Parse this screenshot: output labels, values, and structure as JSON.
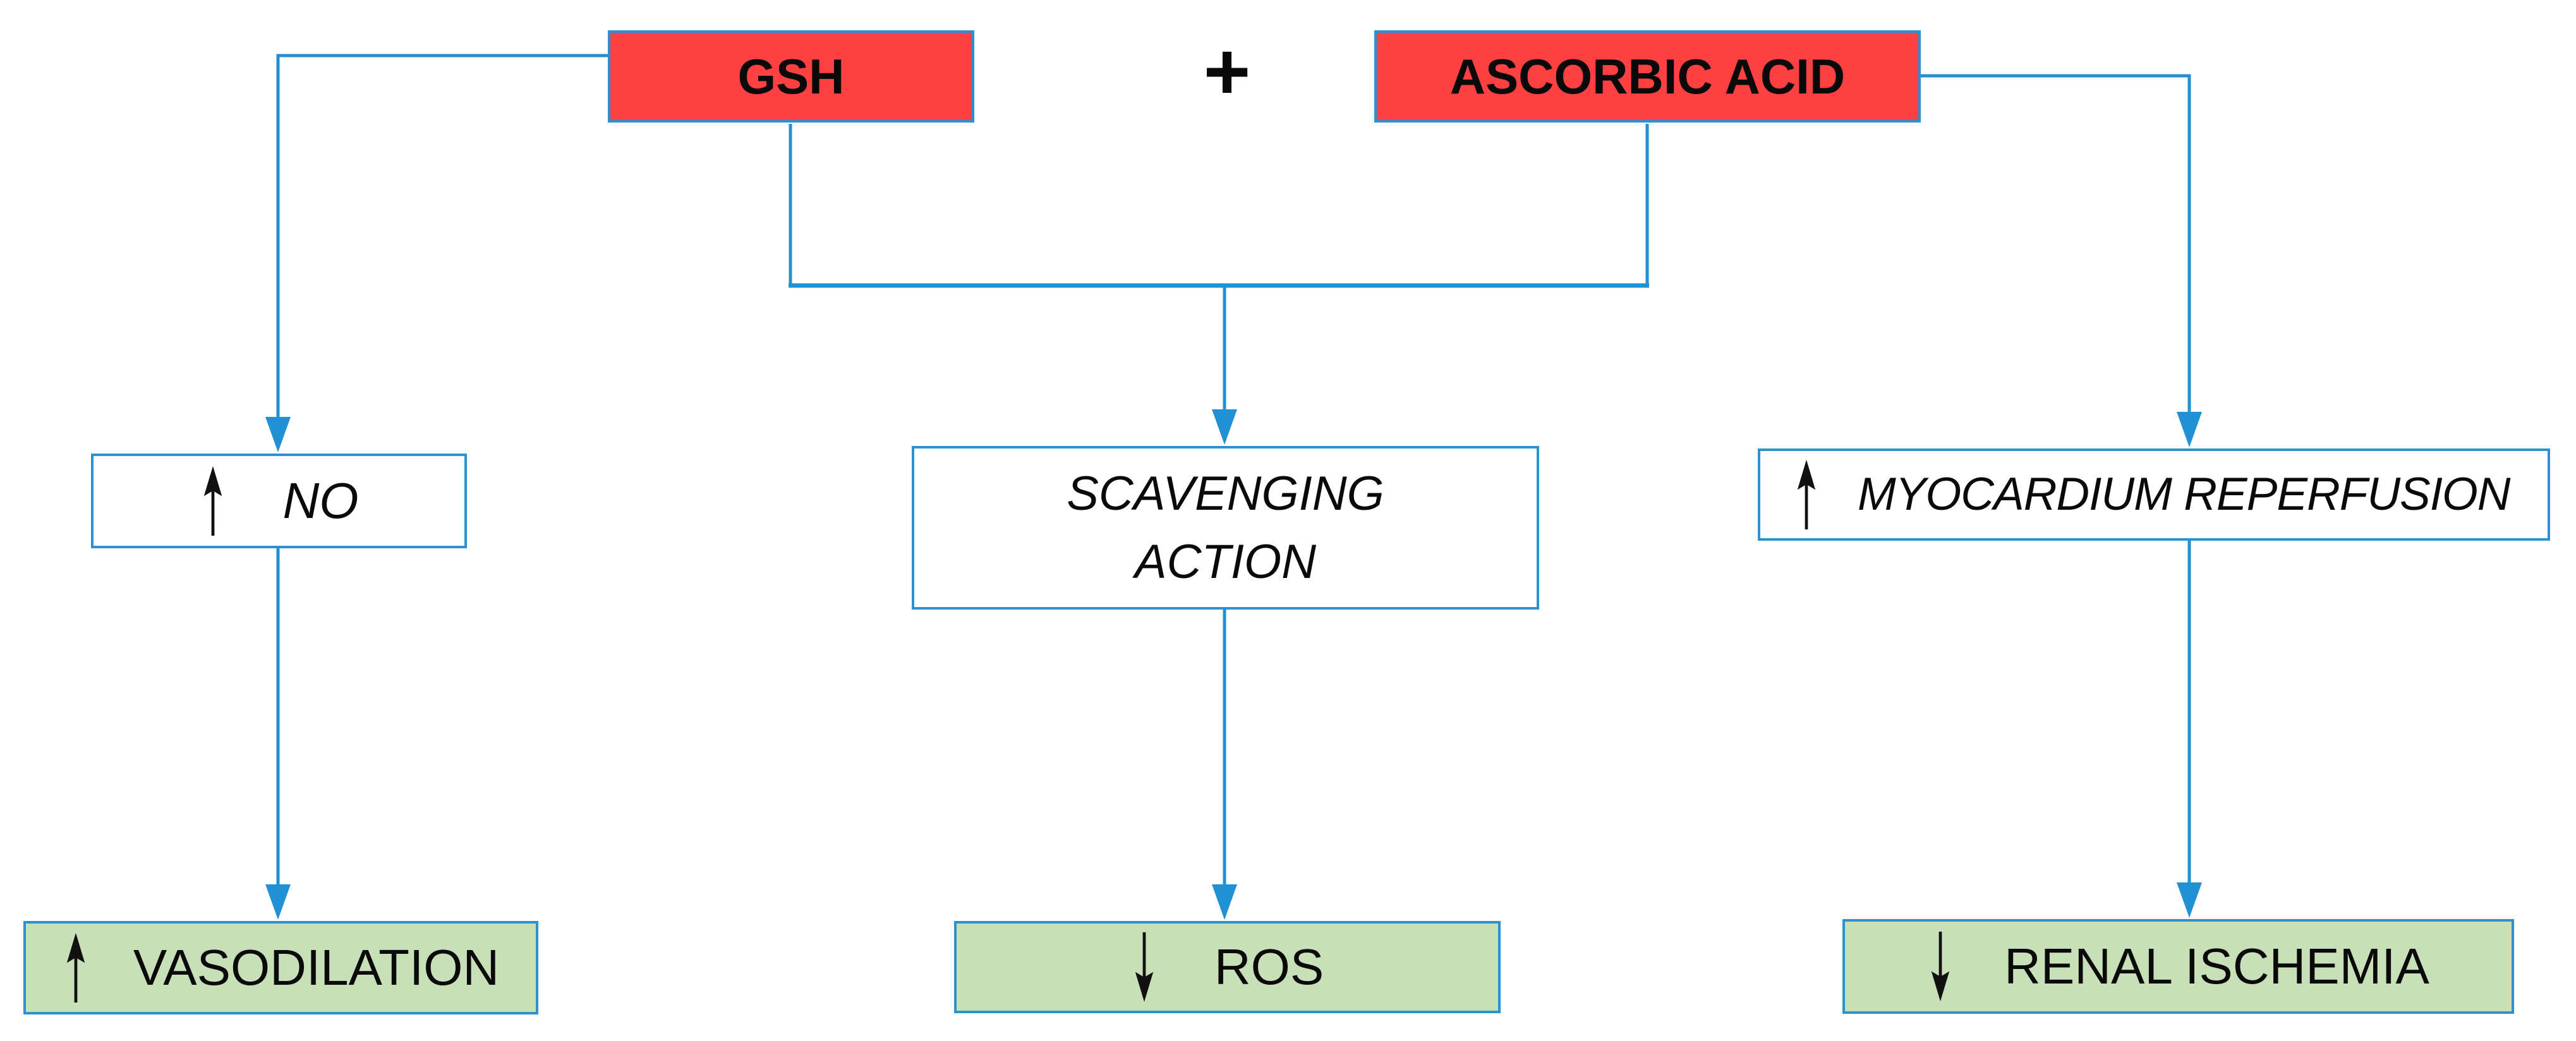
{
  "nodes": {
    "gsh": {
      "label": "GSH"
    },
    "plus_sign": {
      "label": "+"
    },
    "ascorbic_acid": {
      "label": "ASCORBIC ACID"
    },
    "no": {
      "label": "NO",
      "arrow": "up"
    },
    "scavenging_action": {
      "label": "SCAVENGING\nACTION"
    },
    "myocardium_reperfusion": {
      "label": "MYOCARDIUM REPERFUSION",
      "arrow": "up"
    },
    "vasodilation": {
      "label": "VASODILATION",
      "arrow": "up"
    },
    "ros": {
      "label": "ROS",
      "arrow": "down"
    },
    "renal_ischemia": {
      "label": "RENAL ISCHEMIA",
      "arrow": "down"
    }
  },
  "edges": [
    {
      "from": "GSH",
      "to": "NO"
    },
    {
      "from": "GSH",
      "to": "SCAVENGING ACTION"
    },
    {
      "from": "ASCORBIC ACID",
      "to": "SCAVENGING ACTION"
    },
    {
      "from": "ASCORBIC ACID",
      "to": "MYOCARDIUM REPERFUSION"
    },
    {
      "from": "NO",
      "to": "VASODILATION"
    },
    {
      "from": "SCAVENGING ACTION",
      "to": "ROS"
    },
    {
      "from": "MYOCARDIUM REPERFUSION",
      "to": "RENAL ISCHEMIA"
    }
  ],
  "colors": {
    "red_fill": "#FD4042",
    "green_fill": "#C8E0B8",
    "line_blue": "#2191D4",
    "border_blue": "#2C91D1",
    "text_black": "#0A0A0A"
  }
}
